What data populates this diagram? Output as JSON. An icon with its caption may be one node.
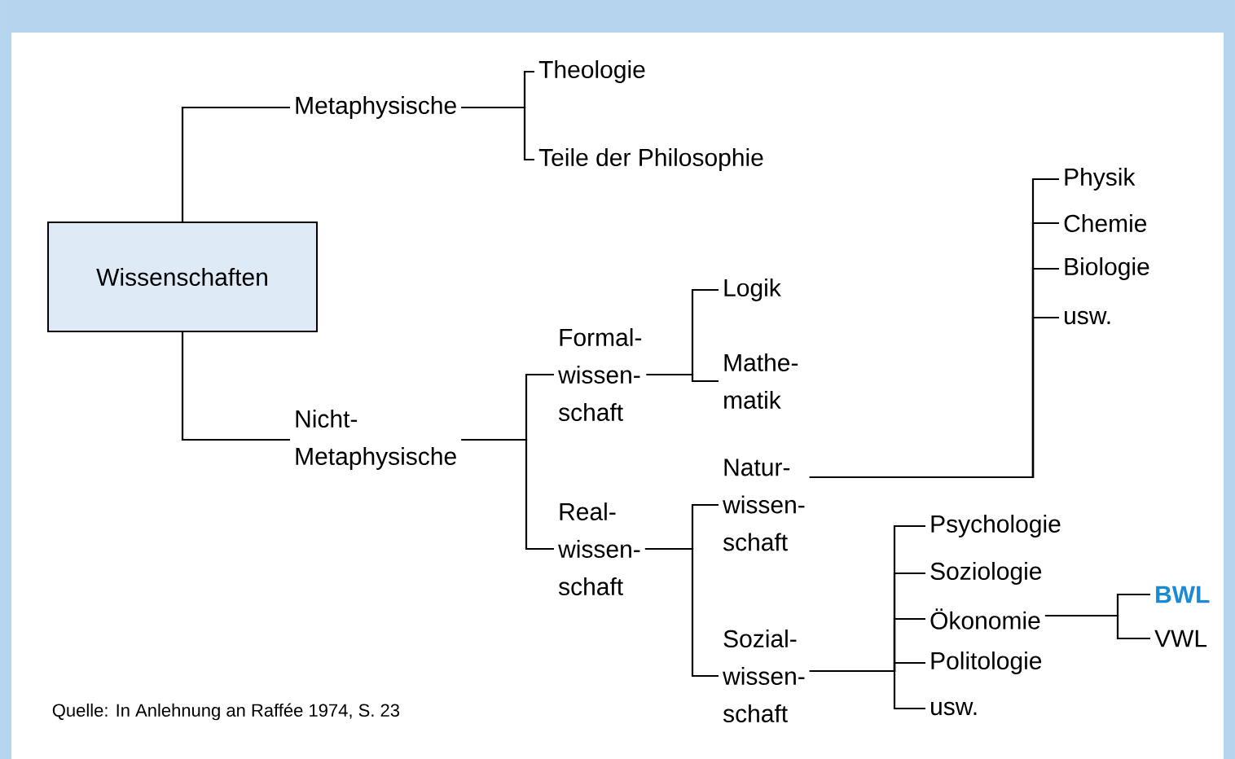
{
  "diagram": {
    "caption": "Quelle: In Anlehnung an Raffée 1974, S. 23",
    "nodes": [
      {
        "text": [
          "Wissenschaften"
        ]
      },
      {
        "text": [
          "Metaphysische"
        ]
      },
      {
        "text": [
          "Theologie"
        ]
      },
      {
        "text": [
          "Teile der Philosophie"
        ]
      },
      {
        "text": [
          "Nicht- Metaphysische"
        ]
      },
      {
        "text": [
          "Formal- wissen- schaft"
        ]
      },
      {
        "text": [
          "Logik"
        ]
      },
      {
        "text": [
          "Mathe- matik"
        ]
      },
      {
        "text": [
          "Real- wissen- schaft"
        ]
      },
      {
        "text": [
          "Natur- wissen- schaft"
        ]
      },
      {
        "text": [
          "Physik"
        ]
      },
      {
        "text": [
          "Chemie"
        ]
      },
      {
        "text": [
          "Biologie"
        ]
      },
      {
        "text": [
          "usw."
        ]
      },
      {
        "text": [
          "Sozial- wissen- schaft"
        ]
      },
      {
        "text": [
          "Psychologie"
        ]
      },
      {
        "text": [
          "Soziologie"
        ]
      },
      {
        "text": [
          "Ökonomie"
        ]
      },
      {
        "text": [
          "Politologie"
        ]
      },
      {
        "text": [
          "usw."
        ]
      },
      {
        "text": [
          "BWL"
        ]
      },
      {
        "text": [
          "VWL"
        ]
      }
    ],
    "edges": [
      {
        "from": 0,
        "to": 1,
        "arrow": "none"
      },
      {
        "from": 0,
        "to": 4,
        "arrow": "none"
      },
      {
        "from": 1,
        "to": 2,
        "arrow": "none"
      },
      {
        "from": 1,
        "to": 3,
        "arrow": "none"
      },
      {
        "from": 4,
        "to": 5,
        "arrow": "none"
      },
      {
        "from": 4,
        "to": 8,
        "arrow": "none"
      },
      {
        "from": 5,
        "to": 6,
        "arrow": "none"
      },
      {
        "from": 5,
        "to": 7,
        "arrow": "none"
      },
      {
        "from": 8,
        "to": 9,
        "arrow": "none"
      },
      {
        "from": 8,
        "to": 14,
        "arrow": "none"
      },
      {
        "from": 9,
        "to": 10,
        "arrow": "none"
      },
      {
        "from": 9,
        "to": 11,
        "arrow": "none"
      },
      {
        "from": 9,
        "to": 12,
        "arrow": "none"
      },
      {
        "from": 9,
        "to": 13,
        "arrow": "none"
      },
      {
        "from": 14,
        "to": 15,
        "arrow": "none"
      },
      {
        "from": 14,
        "to": 16,
        "arrow": "none"
      },
      {
        "from": 14,
        "to": 17,
        "arrow": "none"
      },
      {
        "from": 14,
        "to": 18,
        "arrow": "none"
      },
      {
        "from": 14,
        "to": 19,
        "arrow": "none"
      },
      {
        "from": 17,
        "to": 20,
        "arrow": "none"
      },
      {
        "from": 17,
        "to": 21,
        "arrow": "none"
      }
    ]
  }
}
